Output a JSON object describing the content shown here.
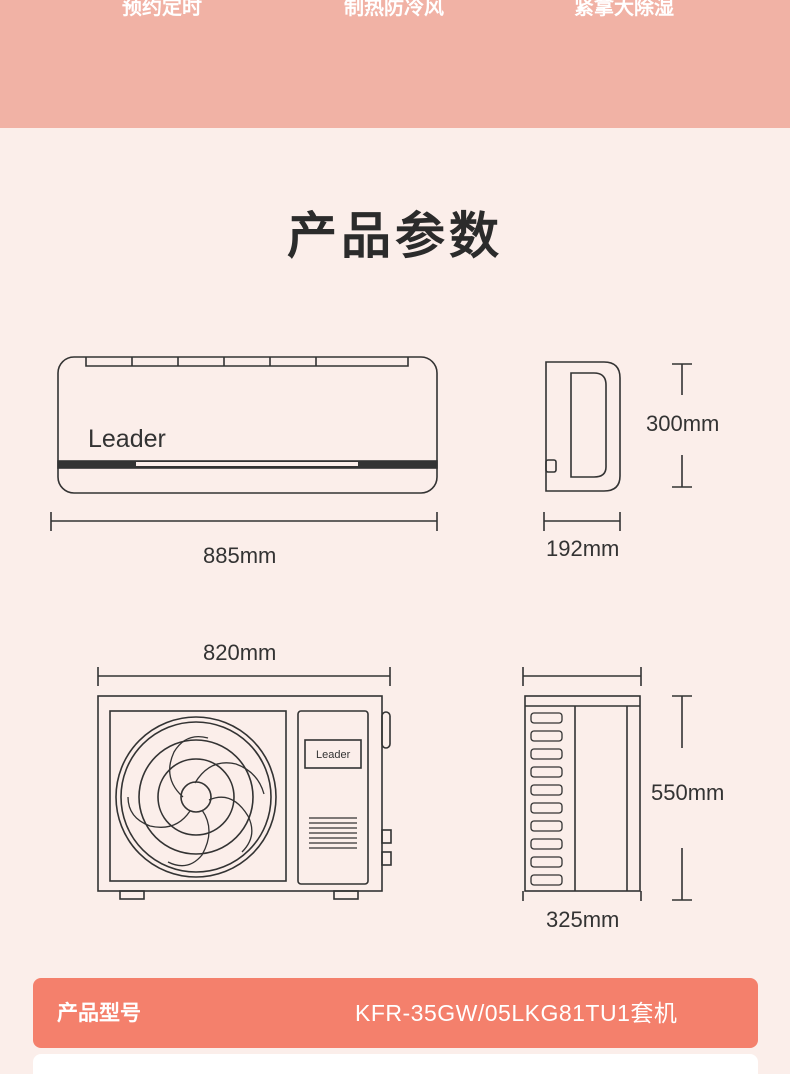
{
  "features": {
    "timer": "预约定时",
    "heating": "制热防冷风",
    "dehumidify": "紧拿大除湿"
  },
  "title": "产品参数",
  "brand": {
    "indoor_logo": "Leader",
    "outdoor_logo": "Leader"
  },
  "dimensions": {
    "indoor_width": "885mm",
    "indoor_depth": "192mm",
    "indoor_height": "300mm",
    "outdoor_width": "820mm",
    "outdoor_height": "550mm",
    "outdoor_depth": "325mm"
  },
  "spec": {
    "label": "产品型号",
    "value": "KFR-35GW/05LKG81TU1套机"
  },
  "colors": {
    "top_band": "#f1b2a5",
    "background": "#fbeeea",
    "spec_bar": "#f4806c",
    "line": "#333333"
  }
}
